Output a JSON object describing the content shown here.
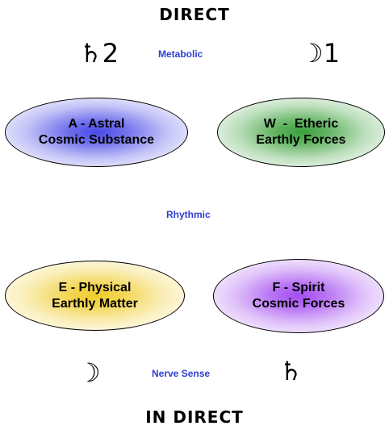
{
  "top_title": "DIRECT",
  "bottom_title": "IN DIRECT",
  "layers": {
    "metabolic": "Metabolic",
    "rhythmic": "Rhythmic",
    "nerve_sense": "Nerve Sense"
  },
  "symbols": {
    "top_left": {
      "glyph": "♄",
      "number": "2"
    },
    "top_right": {
      "glyph": "☽",
      "number": "1"
    },
    "bottom_left": {
      "glyph": "☽"
    },
    "bottom_right": {
      "glyph": "♄"
    }
  },
  "nodes": {
    "astral": {
      "line1": "A - Astral",
      "line2": "Cosmic Substance",
      "color": "#4a4ae8"
    },
    "etheric": {
      "line1": "W  -  Etheric",
      "line2": "Earthly Forces",
      "color": "#3aa03a"
    },
    "physical": {
      "line1": "E - Physical",
      "line2": "Earthly Matter",
      "color": "#f0cc2a"
    },
    "spirit": {
      "line1": "F - Spirit",
      "line2": "Cosmic Forces",
      "color": "#a44ef0"
    }
  }
}
